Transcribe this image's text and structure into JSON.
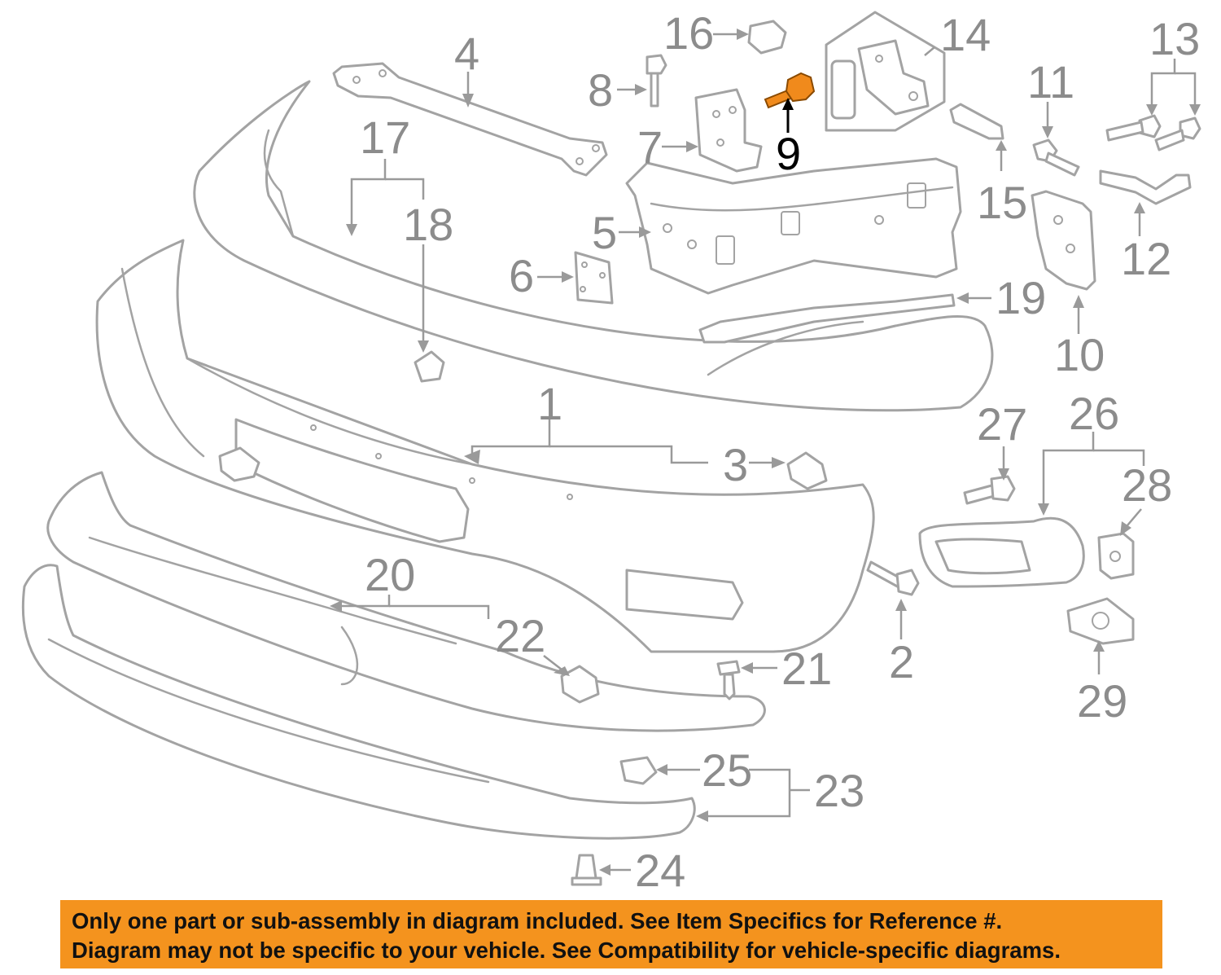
{
  "diagram": {
    "highlighted_callout": "9",
    "highlight_color": "#f08a1c",
    "callouts": [
      "1",
      "2",
      "3",
      "4",
      "5",
      "6",
      "7",
      "8",
      "9",
      "10",
      "11",
      "12",
      "13",
      "14",
      "15",
      "16",
      "17",
      "18",
      "19",
      "20",
      "21",
      "22",
      "23",
      "24",
      "25",
      "26",
      "27",
      "28",
      "29"
    ]
  },
  "notice": {
    "background_color": "#f4931e",
    "line1": "Only one part or sub-assembly in diagram included. See Item Specifics for Reference #.",
    "line2": "Diagram may not be specific to your vehicle. See Compatibility for vehicle-specific diagrams."
  }
}
